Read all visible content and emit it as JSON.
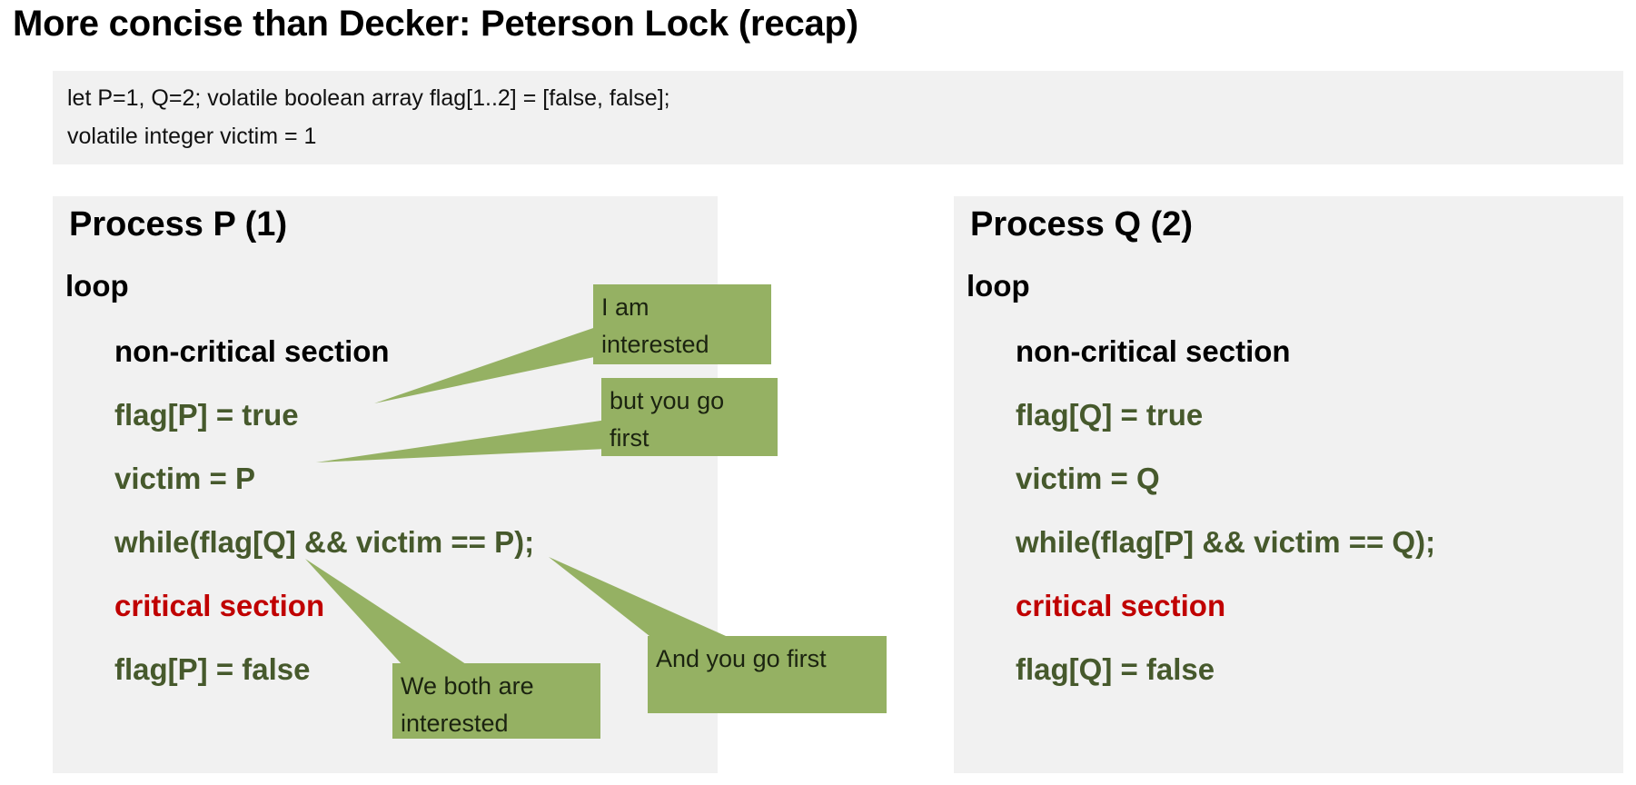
{
  "slide": {
    "title": "More concise than Decker: Peterson Lock (recap)",
    "declarations": {
      "line1": "let P=1, Q=2; volatile boolean array flag[1..2] = [false, false];",
      "line2": "volatile integer victim = 1"
    },
    "processes": [
      {
        "heading": "Process P (1)",
        "lines": [
          {
            "text": "loop",
            "kind": "keyword"
          },
          {
            "text": "non-critical section",
            "kind": "plain"
          },
          {
            "text": "flag[P] = true",
            "kind": "statement"
          },
          {
            "text": "victim = P",
            "kind": "statement"
          },
          {
            "text": "while(flag[Q] && victim == P);",
            "kind": "statement"
          },
          {
            "text": "critical section",
            "kind": "critical"
          },
          {
            "text": "flag[P] = false",
            "kind": "statement"
          }
        ]
      },
      {
        "heading": "Process Q (2)",
        "lines": [
          {
            "text": "loop",
            "kind": "keyword"
          },
          {
            "text": "non-critical section",
            "kind": "plain"
          },
          {
            "text": "flag[Q] = true",
            "kind": "statement"
          },
          {
            "text": "victim = Q",
            "kind": "statement"
          },
          {
            "text": "while(flag[P] && victim == Q);",
            "kind": "statement"
          },
          {
            "text": "critical section",
            "kind": "critical"
          },
          {
            "text": "flag[Q] = false",
            "kind": "statement"
          }
        ]
      }
    ],
    "callouts": [
      {
        "id": "i-am-interested",
        "line1": "I am",
        "line2": "interested"
      },
      {
        "id": "but-you-go-first",
        "line1": "but you go",
        "line2": "first"
      },
      {
        "id": "we-both",
        "line1": "We both are",
        "line2": "interested"
      },
      {
        "id": "and-you-go-first",
        "line1": "And you go first",
        "line2": ""
      }
    ]
  },
  "colors": {
    "panel_background": "#f1f1f1",
    "callout_fill": "#95b163",
    "statement_text": "#46592c",
    "critical_text": "#c00000",
    "title_text": "#000000",
    "page_background": "#ffffff"
  }
}
